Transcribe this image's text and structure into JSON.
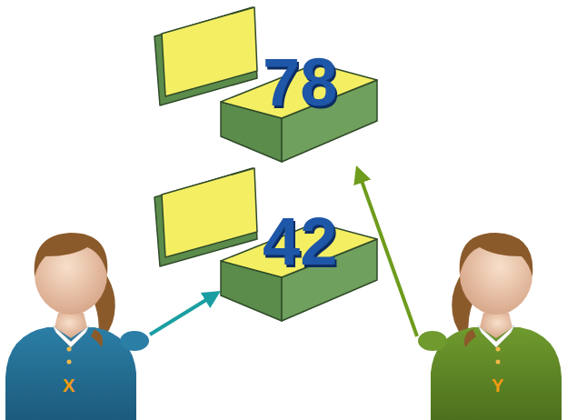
{
  "diagram": {
    "nodes": [
      {
        "text": [
          "78"
        ]
      },
      {
        "text": [
          "42"
        ]
      },
      {
        "text": [
          "X"
        ]
      },
      {
        "text": [
          "Y"
        ]
      }
    ],
    "edges": [
      {
        "from": 2,
        "to": 1,
        "arrow": "to"
      },
      {
        "from": 3,
        "to": 0,
        "arrow": "to"
      }
    ]
  }
}
